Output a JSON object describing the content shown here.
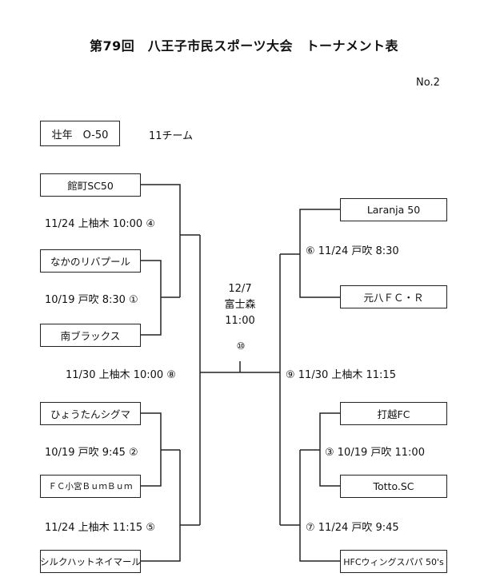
{
  "header": {
    "title": "第79回　八王子市民スポーツ大会　トーナメント表",
    "page_number": "No.2"
  },
  "category": {
    "label": "壮年　O-50",
    "team_count": "11チーム"
  },
  "left_bracket": {
    "teams": [
      "館町SC50",
      "なかのリバプール",
      "南ブラックス",
      "ひょうたんシグマ",
      "ＦＣ小宮ＢｕｍＢｕｍ",
      "シルクハットネイマール"
    ],
    "matches": {
      "m4": "11/24 上柚木 10:00 ④",
      "m1": "10/19 戸吹 8:30 ①",
      "m8": "11/30 上柚木 10:00 ⑧",
      "m2": "10/19 戸吹 9:45 ②",
      "m5": "11/24 上柚木 11:15 ⑤"
    }
  },
  "right_bracket": {
    "teams": [
      "Laranja 50",
      "元八ＦＣ・Ｒ",
      "打越FC",
      "Totto.SC",
      "HFCウィングスパパ 50's"
    ],
    "matches": {
      "m6": "⑥ 11/24 戸吹 8:30",
      "m9": "⑨ 11/30 上柚木 11:15",
      "m3": "③ 10/19 戸吹 11:00",
      "m7": "⑦ 11/24 戸吹 9:45"
    }
  },
  "final": {
    "date": "12/7",
    "venue": "富士森",
    "time": "11:00",
    "number": "⑩"
  }
}
